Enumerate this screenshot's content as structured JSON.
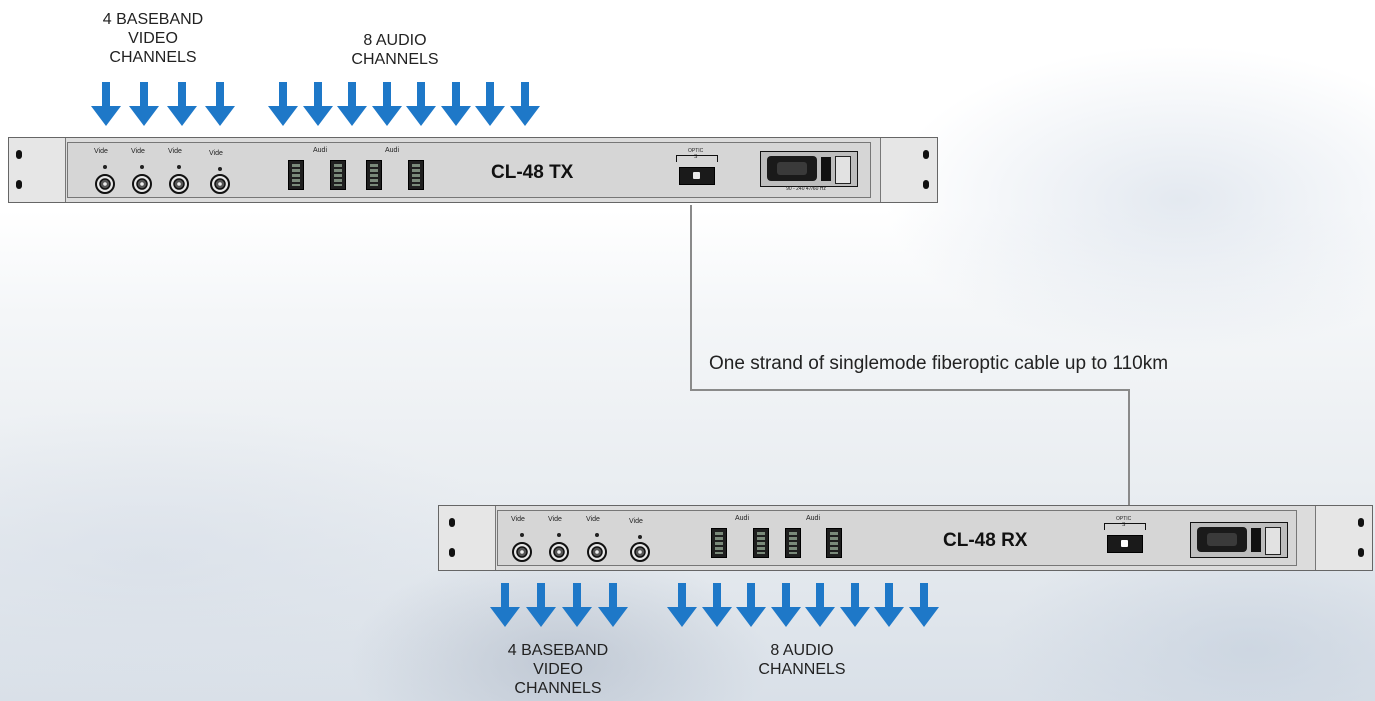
{
  "tx": {
    "model": "CL-48 TX",
    "video_port_label": "Vide",
    "audio_port_label": "Audi",
    "optic_label": "OPTIC",
    "optic_sub": "S",
    "power_text": "90 - 240 47/60 Hz",
    "video_count": 4,
    "audio_blocks": 4
  },
  "rx": {
    "model": "CL-48 RX",
    "video_port_label": "Vide",
    "audio_port_label": "Audi",
    "optic_label": "OPTIC",
    "optic_sub": "S",
    "video_count": 4,
    "audio_blocks": 4
  },
  "labels": {
    "tx_video": "4 BASEBAND\nVIDEO\nCHANNELS",
    "tx_audio": "8 AUDIO\nCHANNELS",
    "rx_video": "4 BASEBAND\nVIDEO\nCHANNELS",
    "rx_audio": "8 AUDIO\nCHANNELS"
  },
  "fiber_caption": "One strand of singlemode fiberoptic cable up to 110km",
  "arrows": {
    "tx_video_count": 4,
    "tx_audio_count": 8,
    "rx_video_count": 4,
    "rx_audio_count": 8,
    "color": "#1e78c8"
  }
}
